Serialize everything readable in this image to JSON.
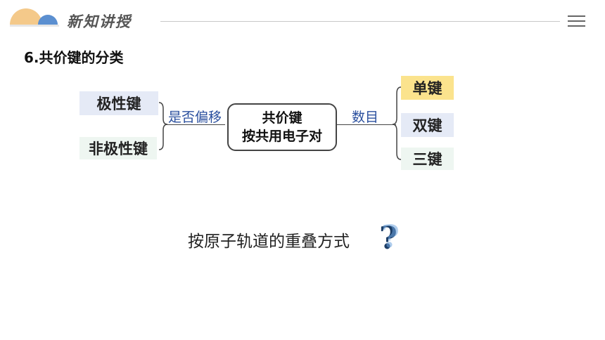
{
  "header": {
    "section_title": "新知讲授",
    "logo_icon": "semicircles-logo-icon",
    "menu_icon": "hamburger-menu-icon"
  },
  "heading": "6.共价键的分类",
  "diagram": {
    "center": {
      "line1": "共价键",
      "line2": "按共用电子对"
    },
    "left": {
      "label": "是否偏移",
      "items": [
        "极性键",
        "非极性键"
      ]
    },
    "right": {
      "label": "数目",
      "items": [
        "单键",
        "双键",
        "三键"
      ]
    },
    "colors": {
      "polar_bg": "#e5eaf6",
      "nonpolar_bg": "#eef6f1",
      "single_bg": "#fbe38d",
      "label_blue": "#2a4f9e"
    }
  },
  "question": {
    "text": "按原子轨道的重叠方式",
    "icon": "question-mark-icon"
  }
}
